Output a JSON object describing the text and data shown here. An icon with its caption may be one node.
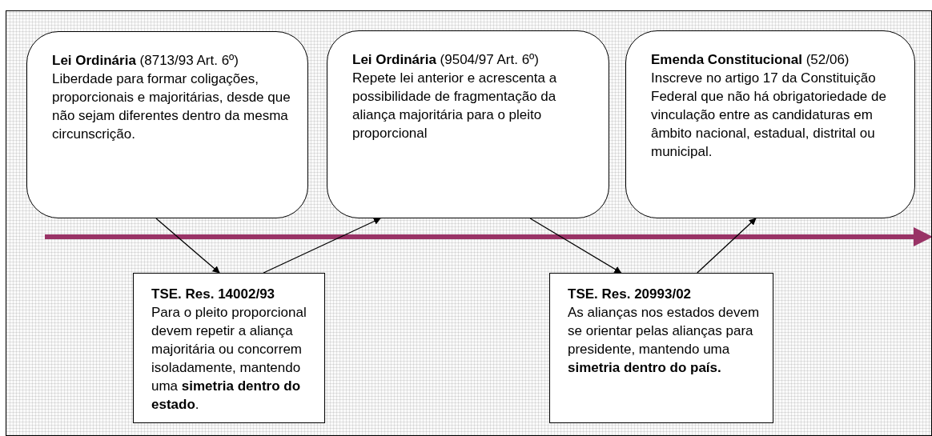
{
  "diagram": {
    "nodes": [
      {
        "text": [
          "**Lei Ordinária** (8713/93 Art. 6º)",
          "Liberdade para formar coligações, proporcionais e majoritárias, desde que não sejam diferentes dentro da mesma circunscrição."
        ]
      },
      {
        "text": [
          "**Lei Ordinária** (9504/97 Art. 6º)",
          "Repete lei anterior e acrescenta a possibilidade de fragmentação da aliança majoritária para o pleito proporcional"
        ]
      },
      {
        "text": [
          "**Emenda Constitucional** (52/06)",
          "Inscreve no artigo 17 da Constituição Federal que não há obrigatoriedade de vinculação entre as candidaturas em âmbito nacional, estadual, distrital ou municipal."
        ]
      },
      {
        "text": [
          "TSE. Res. 14002/93",
          "Para o pleito proporcional devem repetir a aliança majoritária ou concorrem isoladamente, mantendo uma **simetria dentro do estado**."
        ]
      },
      {
        "text": [
          "TSE. Res. 20993/02",
          "As alianças nos estados devem se orientar pelas alianças para presidente, mantendo uma **simetria dentro do país.**"
        ]
      }
    ],
    "edges": [
      {
        "from": 0,
        "to": 3,
        "arrow": "to"
      },
      {
        "from": 3,
        "to": 1,
        "arrow": "to"
      },
      {
        "from": 1,
        "to": 4,
        "arrow": "to"
      },
      {
        "from": 4,
        "to": 2,
        "arrow": "to"
      }
    ]
  }
}
